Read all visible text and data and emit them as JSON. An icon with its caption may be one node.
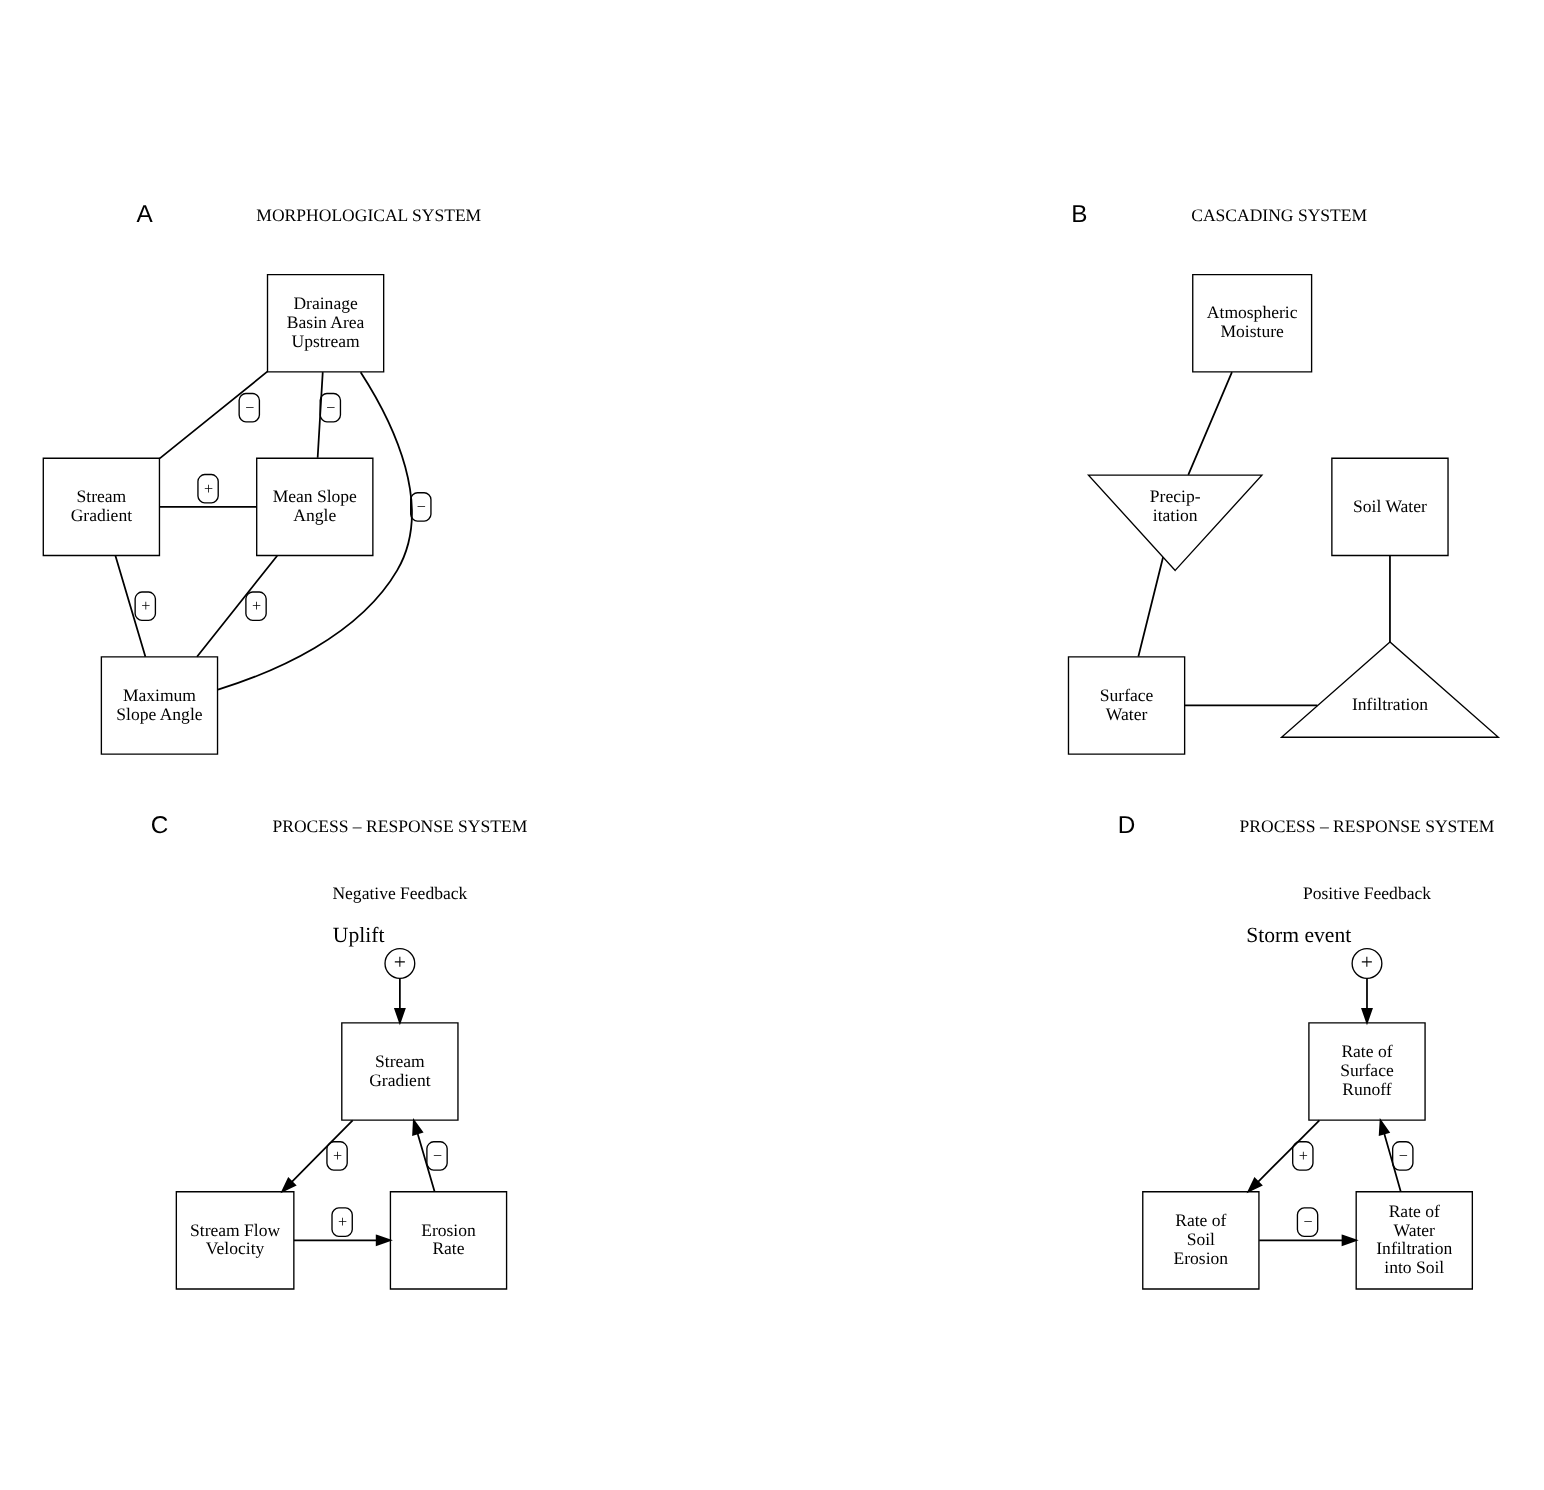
{
  "diagram": {
    "nodes": [
      {
        "text": [
          "Drainage Basin Area Upstream"
        ]
      },
      {
        "text": [
          "Stream Gradient"
        ]
      },
      {
        "text": [
          "Mean Slope Angle"
        ]
      },
      {
        "text": [
          "Maximum Slope Angle"
        ]
      },
      {
        "text": [
          "Atmospheric Moisture"
        ]
      },
      {
        "text": [
          "Soil Water"
        ]
      },
      {
        "text": [
          "Precip- itation"
        ]
      },
      {
        "text": [
          "Infiltration"
        ]
      },
      {
        "text": [
          "Surface Water"
        ]
      },
      {
        "text": [
          "+"
        ],
        "beside": [
          "Uplift"
        ]
      },
      {
        "text": [
          "Stream Gradient"
        ]
      },
      {
        "text": [
          "Erosion Rate"
        ]
      },
      {
        "text": [
          "Stream Flow Velocity"
        ]
      },
      {
        "text": [
          "+"
        ],
        "beside": [
          "Storm event"
        ]
      },
      {
        "text": [
          "Rate of Surface Runoff"
        ]
      },
      {
        "text": [
          "Rate of Water Infiltration into Soil"
        ]
      },
      {
        "text": [
          "Rate of Soil Erosion"
        ]
      }
    ],
    "edges": [
      {
        "from": 0,
        "to": 1,
        "arrow": "none",
        "label": "−"
      },
      {
        "from": 0,
        "to": 2,
        "arrow": "none",
        "label": "−"
      },
      {
        "from": 1,
        "to": 2,
        "arrow": "none",
        "label": "+"
      },
      {
        "from": 0,
        "to": 3,
        "arrow": "none",
        "label": "−"
      },
      {
        "from": 1,
        "to": 3,
        "arrow": "none",
        "label": "+"
      },
      {
        "from": 2,
        "to": 3,
        "arrow": "none",
        "label": "+"
      },
      {
        "from": 4,
        "to": 6,
        "arrow": "none"
      },
      {
        "from": 6,
        "to": 8,
        "arrow": "none"
      },
      {
        "from": 8,
        "to": 7,
        "arrow": "none"
      },
      {
        "from": 7,
        "to": 5,
        "arrow": "none"
      },
      {
        "from": 9,
        "to": 10,
        "arrow": "to"
      },
      {
        "from": 10,
        "to": 12,
        "arrow": "to",
        "label": "+"
      },
      {
        "from": 12,
        "to": 11,
        "arrow": "to",
        "label": "+"
      },
      {
        "from": 11,
        "to": 10,
        "arrow": "to",
        "label": "−"
      },
      {
        "from": 13,
        "to": 14,
        "arrow": "to"
      },
      {
        "from": 14,
        "to": 16,
        "arrow": "to",
        "label": "+"
      },
      {
        "from": 16,
        "to": 15,
        "arrow": "to",
        "label": "−"
      },
      {
        "from": 15,
        "to": 14,
        "arrow": "to",
        "label": "−"
      }
    ],
    "labels": [
      "A",
      "MORPHOLOGICAL SYSTEM",
      "B",
      "CASCADING SYSTEM",
      "C",
      "PROCESS – RESPONSE SYSTEM",
      "Negative Feedback",
      "D",
      "PROCESS – RESPONSE SYSTEM",
      "Positive Feedback"
    ]
  }
}
